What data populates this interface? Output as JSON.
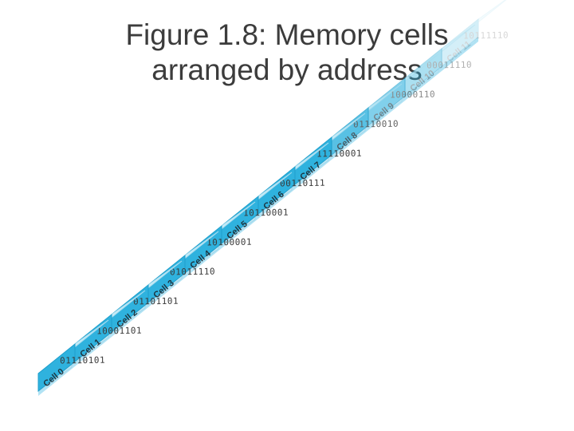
{
  "title": {
    "line1": "Figure 1.8:  Memory cells",
    "line2": "arranged by address"
  },
  "colors": {
    "cell_light": "#c7ecf7",
    "cell_mid": "#7fd0ec",
    "cell_dark": "#2fb2de",
    "divider": "#bfe7f4",
    "text": "#3a3a3a",
    "title": "#3c3c3c"
  },
  "cells": [
    {
      "label": "Cell 0",
      "bits": "01110101"
    },
    {
      "label": "Cell 1",
      "bits": "10001101"
    },
    {
      "label": "Cell 2",
      "bits": "01101101"
    },
    {
      "label": "Cell 3",
      "bits": "01011110"
    },
    {
      "label": "Cell 4",
      "bits": "10100001"
    },
    {
      "label": "Cell 5",
      "bits": "10110001"
    },
    {
      "label": "Cell 6",
      "bits": "00110111"
    },
    {
      "label": "Cell 7",
      "bits": "11110001"
    },
    {
      "label": "Cell 8",
      "bits": "01110010"
    },
    {
      "label": "Cell 9",
      "bits": "10000110"
    },
    {
      "label": "Cell 10",
      "bits": "00011110"
    },
    {
      "label": "Cell 11",
      "bits": "10111110"
    }
  ]
}
